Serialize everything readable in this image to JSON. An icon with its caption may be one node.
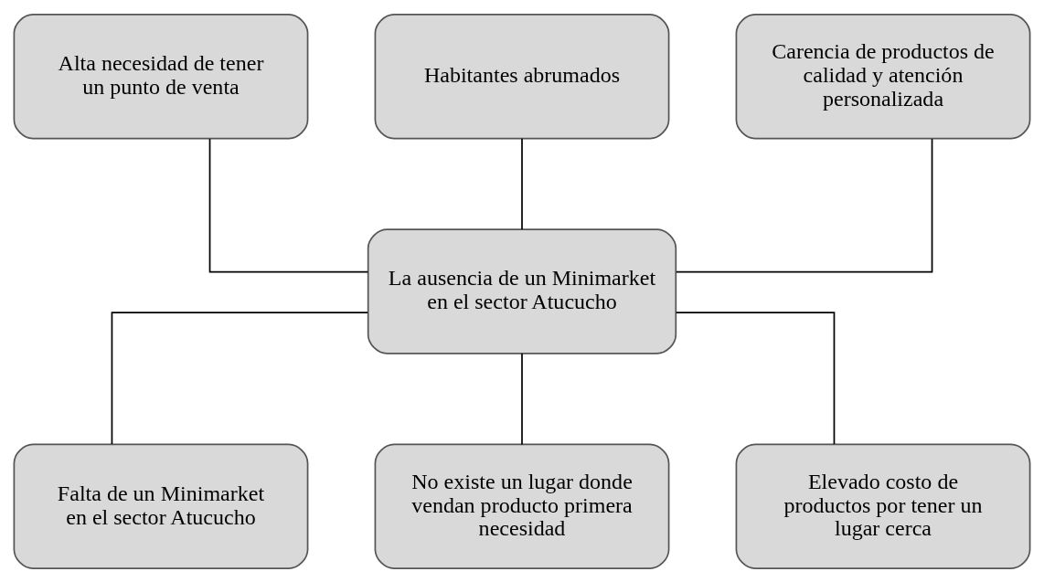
{
  "diagram": {
    "nodes": [
      {
        "text": [
          "Alta necesidad de tener un punto de venta"
        ]
      },
      {
        "text": [
          "Habitantes abrumados"
        ]
      },
      {
        "text": [
          "Carencia de productos de calidad y atención personalizada"
        ]
      },
      {
        "text": [
          "La ausencia de un Minimarket en el sector Atucucho"
        ]
      },
      {
        "text": [
          "Falta de un Minimarket en el sector Atucucho"
        ]
      },
      {
        "text": [
          "No existe un lugar donde vendan producto primera necesidad"
        ]
      },
      {
        "text": [
          "Elevado costo de productos por tener un lugar cerca"
        ]
      }
    ],
    "edges": [
      {
        "from": 0,
        "to": 3,
        "arrow": "none"
      },
      {
        "from": 1,
        "to": 3,
        "arrow": "none"
      },
      {
        "from": 2,
        "to": 3,
        "arrow": "none"
      },
      {
        "from": 3,
        "to": 4,
        "arrow": "none"
      },
      {
        "from": 3,
        "to": 5,
        "arrow": "none"
      },
      {
        "from": 3,
        "to": 6,
        "arrow": "none"
      }
    ]
  }
}
